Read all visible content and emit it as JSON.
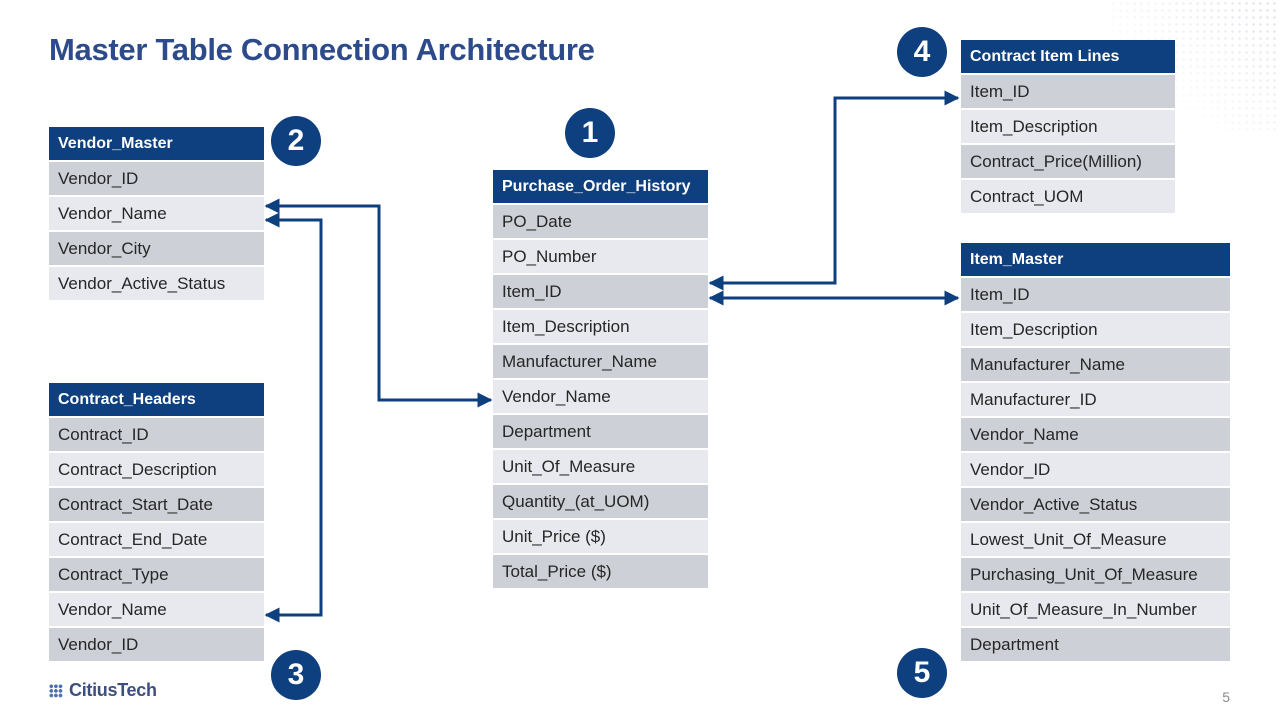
{
  "title": "Master Table Connection Architecture",
  "colors": {
    "header": "#0e3f7e",
    "row_dark": "#cdd0d7",
    "row_light": "#e8e9ee",
    "title": "#2d4a8a",
    "connector": "#0e3f7e"
  },
  "tables": {
    "vendor_master": {
      "name": "Vendor_Master",
      "fields": [
        "Vendor_ID",
        "Vendor_Name",
        "Vendor_City",
        "Vendor_Active_Status"
      ]
    },
    "contract_headers": {
      "name": "Contract_Headers",
      "fields": [
        "Contract_ID",
        "Contract_Description",
        "Contract_Start_Date",
        "Contract_End_Date",
        "Contract_Type",
        "Vendor_Name",
        "Vendor_ID"
      ]
    },
    "purchase_order_history": {
      "name": "Purchase_Order_History",
      "fields": [
        "PO_Date",
        "PO_Number",
        "Item_ID",
        "Item_Description",
        "Manufacturer_Name",
        "Vendor_Name",
        "Department",
        "Unit_Of_Measure",
        "Quantity_(at_UOM)",
        "Unit_Price ($)",
        "Total_Price ($)"
      ]
    },
    "contract_item_lines": {
      "name": "Contract Item Lines",
      "fields": [
        "Item_ID",
        "Item_Description",
        "Contract_Price(Million)",
        "Contract_UOM"
      ]
    },
    "item_master": {
      "name": "Item_Master",
      "fields": [
        "Item_ID",
        "Item_Description",
        "Manufacturer_Name",
        "Manufacturer_ID",
        "Vendor_Name",
        "Vendor_ID",
        "Vendor_Active_Status",
        "Lowest_Unit_Of_Measure",
        "Purchasing_Unit_Of_Measure",
        "Unit_Of_Measure_In_Number",
        "Department"
      ]
    }
  },
  "badges": {
    "purchase_order_history": "1",
    "vendor_master": "2",
    "contract_headers": "3",
    "contract_item_lines": "4",
    "item_master": "5"
  },
  "logo_text": "CitiusTech",
  "page_number": "5"
}
